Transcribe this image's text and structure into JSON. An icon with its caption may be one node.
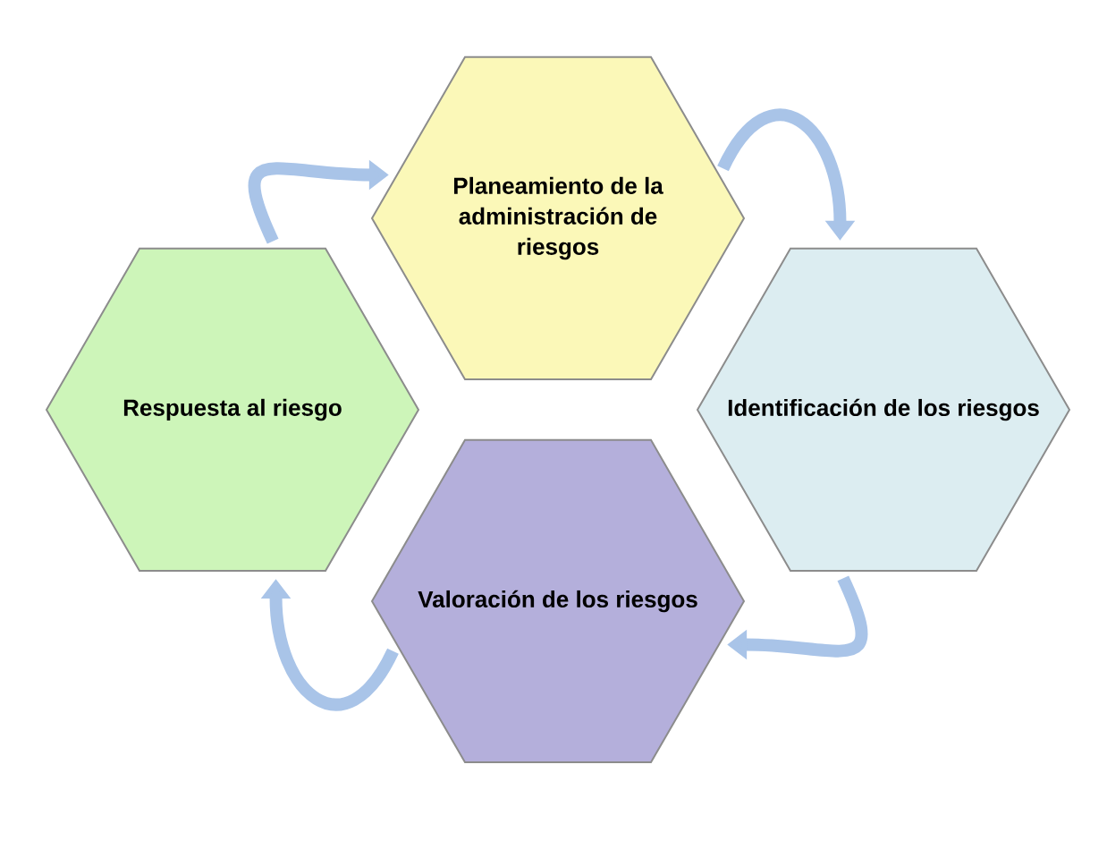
{
  "diagram": {
    "nodes": [
      {
        "text": [
          "Planeamiento de la administración de riesgos"
        ]
      },
      {
        "text": [
          "Respuesta al riesgo"
        ]
      },
      {
        "text": [
          "Identificación de los riesgos"
        ]
      },
      {
        "text": [
          "Valoración de los riesgos"
        ]
      }
    ],
    "edges": [
      {
        "from": 1,
        "to": 0,
        "arrow": "to"
      },
      {
        "from": 0,
        "to": 2,
        "arrow": "to"
      },
      {
        "from": 2,
        "to": 3,
        "arrow": "to"
      },
      {
        "from": 3,
        "to": 1,
        "arrow": "to"
      }
    ]
  }
}
